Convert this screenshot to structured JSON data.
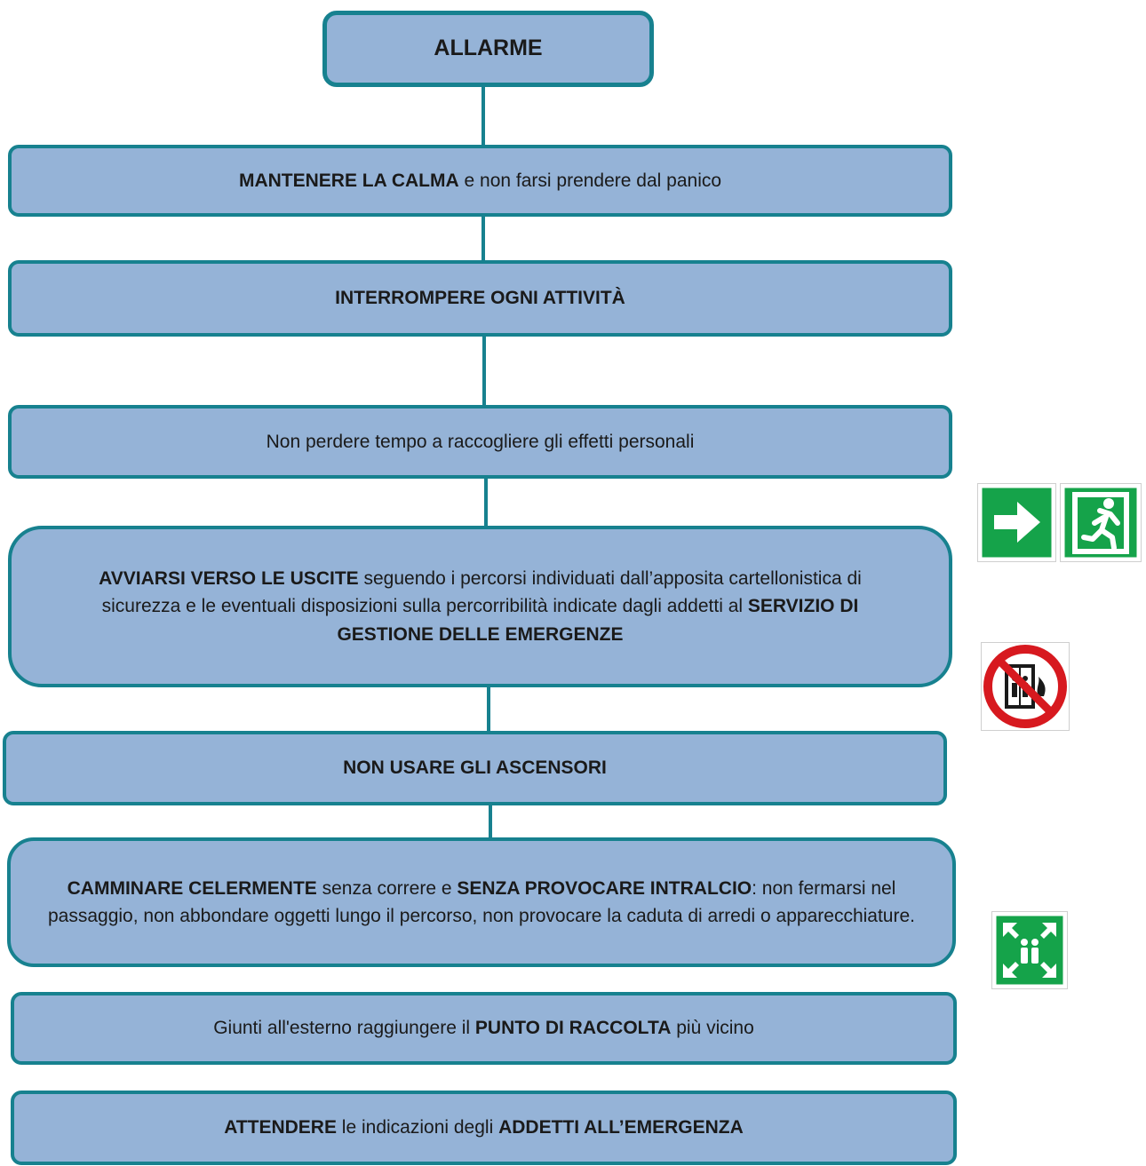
{
  "title": "ALLARME",
  "steps": [
    {
      "parts": [
        {
          "text": "MANTENERE LA CALMA",
          "bold": true
        },
        {
          "text": " e non farsi prendere dal panico",
          "bold": false
        }
      ]
    },
    {
      "parts": [
        {
          "text": "INTERROMPERE OGNI ATTIVITÀ",
          "bold": true
        }
      ]
    },
    {
      "parts": [
        {
          "text": "Non perdere tempo a raccogliere gli effetti personali",
          "bold": false
        }
      ]
    },
    {
      "parts": [
        {
          "text": "AVVIARSI VERSO LE USCITE",
          "bold": true
        },
        {
          "text": " seguendo i percorsi individuati dall’apposita cartellonistica di sicurezza e le eventuali disposizioni sulla percorribilità indicate dagli addetti al ",
          "bold": false
        },
        {
          "text": "SERVIZIO DI GESTIONE DELLE EMERGENZE",
          "bold": true
        }
      ]
    },
    {
      "parts": [
        {
          "text": "NON USARE GLI ASCENSORI",
          "bold": true
        }
      ]
    },
    {
      "parts": [
        {
          "text": "CAMMINARE CELERMENTE",
          "bold": true
        },
        {
          "text": " senza correre e ",
          "bold": false
        },
        {
          "text": "SENZA PROVOCARE INTRALCIO",
          "bold": true
        },
        {
          "text": ": non fermarsi nel passaggio, non abbondare oggetti lungo il percorso, non provocare la caduta di arredi o apparecchiature.",
          "bold": false
        }
      ]
    },
    {
      "parts": [
        {
          "text": "Giunti all'esterno raggiungere il ",
          "bold": false
        },
        {
          "text": "PUNTO DI RACCOLTA",
          "bold": true
        },
        {
          "text": " più vicino",
          "bold": false
        }
      ]
    },
    {
      "parts": [
        {
          "text": "ATTENDERE",
          "bold": true
        },
        {
          "text": " le indicazioni degli ",
          "bold": false
        },
        {
          "text": "ADDETTI ALL’EMERGENZA",
          "bold": true
        }
      ]
    }
  ],
  "signs": {
    "exit_arrow": "exit-arrow-sign-icon",
    "emergency_exit": "emergency-exit-running-man-sign-icon",
    "no_elevator": "no-elevator-in-fire-sign-icon",
    "assembly_point": "assembly-point-sign-icon"
  },
  "colors": {
    "box_fill": "#95b3d7",
    "box_border": "#17818f",
    "safe_green": "#15a34a",
    "prohibition_red": "#d7191f"
  }
}
